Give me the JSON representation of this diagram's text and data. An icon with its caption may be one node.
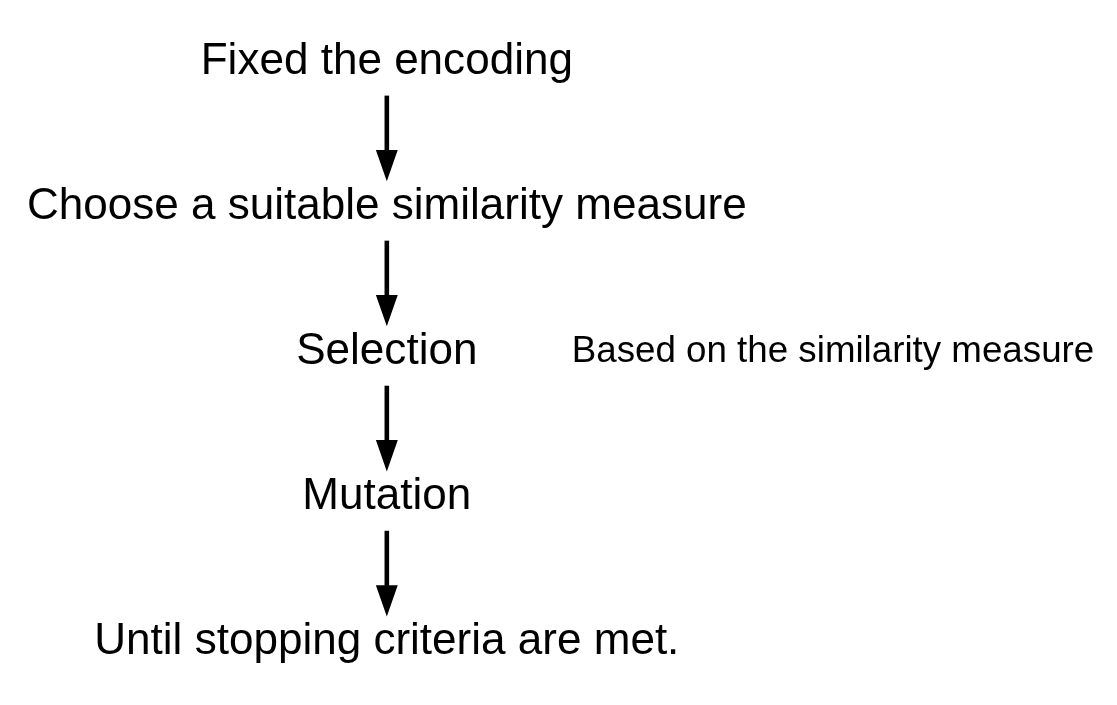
{
  "diagram": {
    "nodes": [
      {
        "text": [
          "Fixed the encoding"
        ]
      },
      {
        "text": [
          "Choose a suitable similarity measure"
        ]
      },
      {
        "text": [
          "Selection"
        ]
      },
      {
        "text": [
          "Mutation"
        ]
      },
      {
        "text": [
          "Until stopping criteria are met."
        ]
      }
    ],
    "edges": [
      {
        "from": 0,
        "to": 1,
        "arrow": "to"
      },
      {
        "from": 1,
        "to": 2,
        "arrow": "to"
      },
      {
        "from": 2,
        "to": 3,
        "arrow": "to"
      },
      {
        "from": 3,
        "to": 4,
        "arrow": "to"
      }
    ],
    "labels": [
      "Based on the similarity measure"
    ]
  }
}
